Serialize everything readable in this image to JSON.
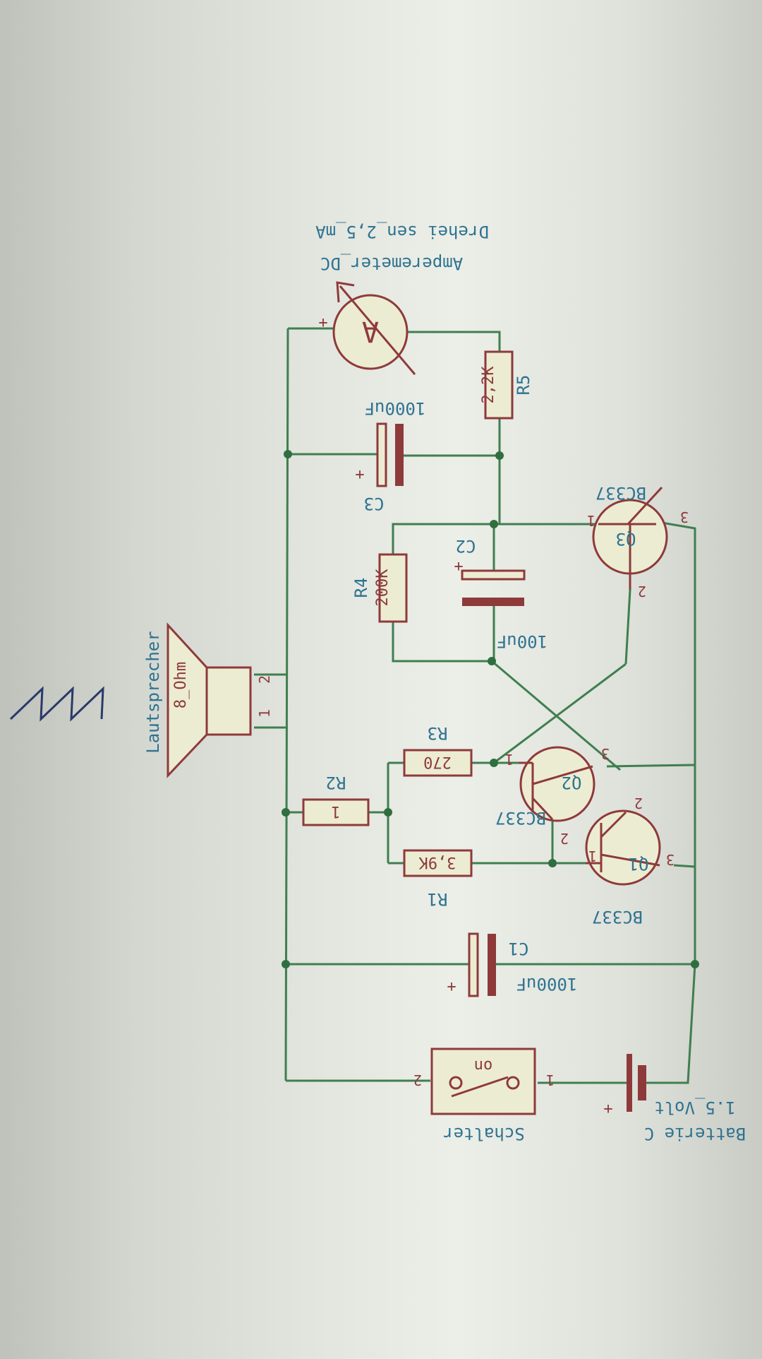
{
  "components": {
    "battery": {
      "ref": "Batterie C",
      "value": "1.5_Volt",
      "plus": "+"
    },
    "switch": {
      "ref": "Schalter",
      "value": "on",
      "pin1": "1",
      "pin2": "2"
    },
    "c1": {
      "ref": "C1",
      "value": "1000uF",
      "plus": "+"
    },
    "q1": {
      "ref": "Q1",
      "value": "BC337",
      "pin1": "1",
      "pin2": "2",
      "pin3": "3"
    },
    "q2": {
      "ref": "Q2",
      "value": "BC337",
      "pin1": "1",
      "pin2": "2",
      "pin3": "3"
    },
    "q3": {
      "ref": "Q3",
      "value": "BC337",
      "pin1": "1",
      "pin2": "2",
      "pin3": "3"
    },
    "r1": {
      "ref": "R1",
      "value": "3,9K"
    },
    "r2": {
      "ref": "R2",
      "value": "1"
    },
    "r3": {
      "ref": "R3",
      "value": "270"
    },
    "r4": {
      "ref": "R4",
      "value": "200K"
    },
    "r5": {
      "ref": "R5",
      "value": "2,2K"
    },
    "c2": {
      "ref": "C2",
      "value": "100uF",
      "plus": "+"
    },
    "c3": {
      "ref": "C3",
      "value": "1000uF",
      "plus": "+"
    },
    "speaker": {
      "ref": "Lautsprecher",
      "value": "8_Ohm",
      "pin1": "1",
      "pin2": "2"
    },
    "ammeter": {
      "ref": "Amperemeter_DC",
      "value": "Drehei sen_2,5_mA",
      "symbol": "A",
      "plus": "+"
    }
  },
  "colors": {
    "wire": "#3f7f4f",
    "part": "#8e3a3a",
    "label": "#2d7390",
    "junction": "#2f6f3f"
  }
}
